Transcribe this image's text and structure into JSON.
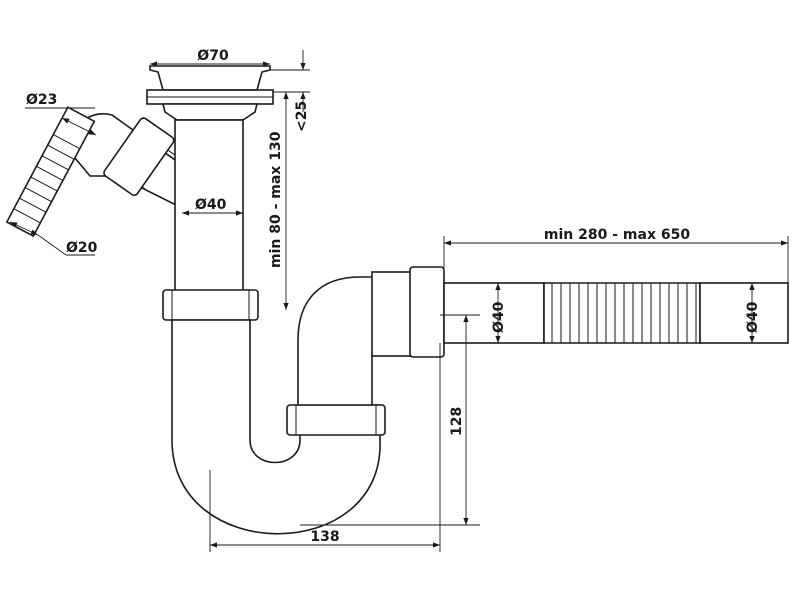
{
  "dimensions": {
    "strainer_diameter": "Ø70",
    "side_inlet_outer": "Ø23",
    "side_inlet_inner": "Ø20",
    "pipe_diameter": "Ø40",
    "flange_height": "<25",
    "vertical_range": "min 80 - max 130",
    "flex_length_range": "min 280 - max 650",
    "outlet_diameter_left": "Ø40",
    "outlet_diameter_right": "Ø40",
    "trap_height": "128",
    "trap_width": "138"
  }
}
